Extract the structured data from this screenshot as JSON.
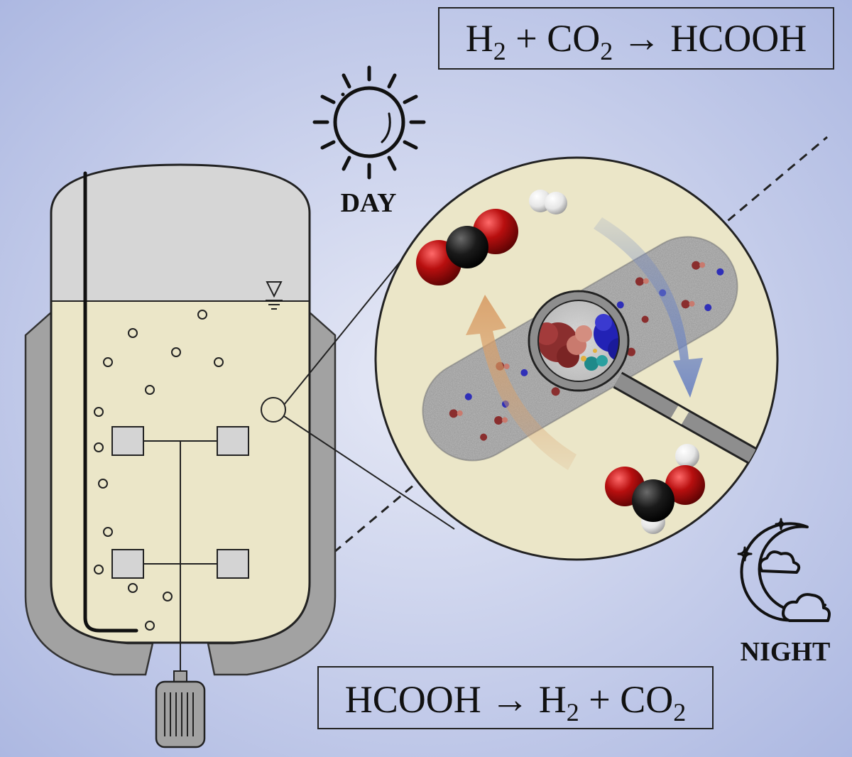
{
  "reaction_day": {
    "parts": [
      {
        "text": "H"
      },
      {
        "text": "2",
        "sub": true
      },
      {
        "text": " + CO"
      },
      {
        "text": "2",
        "sub": true
      },
      {
        "text": " → HCOOH"
      }
    ]
  },
  "reaction_night": {
    "parts": [
      {
        "text": "HCOOH → H"
      },
      {
        "text": "2",
        "sub": true
      },
      {
        "text": " + CO"
      },
      {
        "text": "2",
        "sub": true
      }
    ]
  },
  "labels": {
    "day": "DAY",
    "night": "NIGHT"
  },
  "icons": {
    "day": "sun-icon",
    "night": "moon-clouds-icon",
    "reactor": "bioreactor-vessel",
    "zoom": "magnifying-glass-icon"
  },
  "colors": {
    "background": "#c3cbea",
    "headspace": "#d6d6d6",
    "liquid": "#ebe6c8",
    "jacket": "#a2a2a2",
    "oxygen": "#b01212",
    "carbon": "#151515",
    "hydrogen": "#f2f2f2",
    "arrow_day": "#d9a06a",
    "arrow_night": "#6f86c2"
  }
}
